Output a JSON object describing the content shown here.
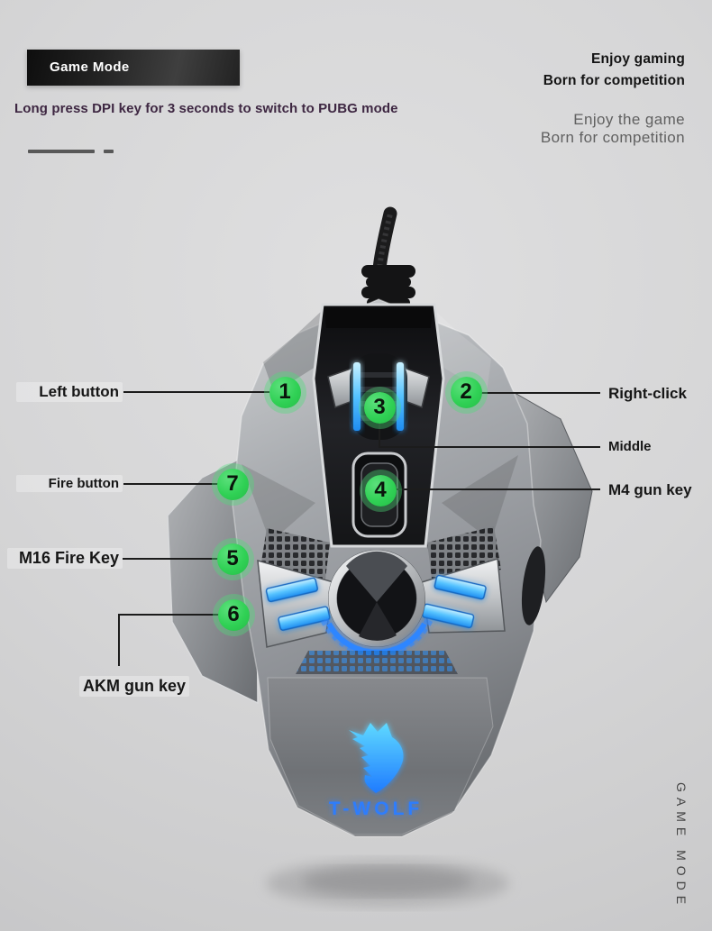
{
  "header": {
    "banner_title": "Game Mode",
    "subtitle": "Long press DPI key for 3 seconds to switch to PUBG mode",
    "tagline_bold_line1": "Enjoy gaming",
    "tagline_bold_line2": "Born for competition",
    "tagline_light_line1": "Enjoy the game",
    "tagline_light_line2": "Born for competition"
  },
  "callouts": [
    {
      "number": "1",
      "label": "Left button"
    },
    {
      "number": "2",
      "label": "Right-click"
    },
    {
      "number": "3",
      "label": "Middle"
    },
    {
      "number": "4",
      "label": "M4 gun key"
    },
    {
      "number": "5",
      "label": "M16 Fire Key"
    },
    {
      "number": "6",
      "label": "AKM gun key"
    },
    {
      "number": "7",
      "label": "Fire button"
    }
  ],
  "product": {
    "brand": "T-WOLF"
  },
  "side_text": "GAME MODE",
  "colors": {
    "callout_green": "#30d155",
    "accent_blue": "#2f9bff",
    "logo_blue": "#2e7dfc",
    "banner_dark": "#232323",
    "subtitle_plum": "#3e2742"
  }
}
